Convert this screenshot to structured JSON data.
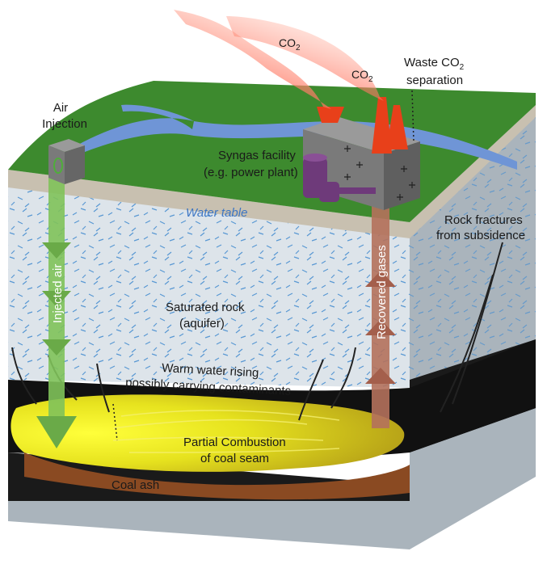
{
  "labels": {
    "air_injection": [
      "Air",
      "Injection"
    ],
    "co2": "CO",
    "co2_sub": "2",
    "waste_co2": [
      "Waste CO",
      "2",
      "separation"
    ],
    "syngas": [
      "Syngas facility",
      "(e.g. power plant)"
    ],
    "water_table": "Water table",
    "rock_fractures": [
      "Rock fractures",
      "from subsidence"
    ],
    "injected_air": "Injected air",
    "recovered_gases": "Recovered gases",
    "saturated_rock": [
      "Saturated rock",
      "(aquifer)"
    ],
    "warm_water": [
      "Warm water rising",
      "possibly carrying contaminants"
    ],
    "partial_combustion": [
      "Partial Combustion",
      "of coal seam"
    ],
    "coal_ash": "Coal ash"
  },
  "colors": {
    "grass": "#3d8a2e",
    "river": "#6f95d6",
    "aquifer": "#dde4ea",
    "coal": "#111111",
    "combustion": "#e6e21e",
    "ash": "#8a4a22",
    "side_face": "#aab4bc",
    "air_arrow": "#7fc25a",
    "gas_arrow": "#b4715c",
    "smoke": "#e8401a",
    "plant": "#7a7a7a",
    "pipe": "#6e3a7a"
  }
}
